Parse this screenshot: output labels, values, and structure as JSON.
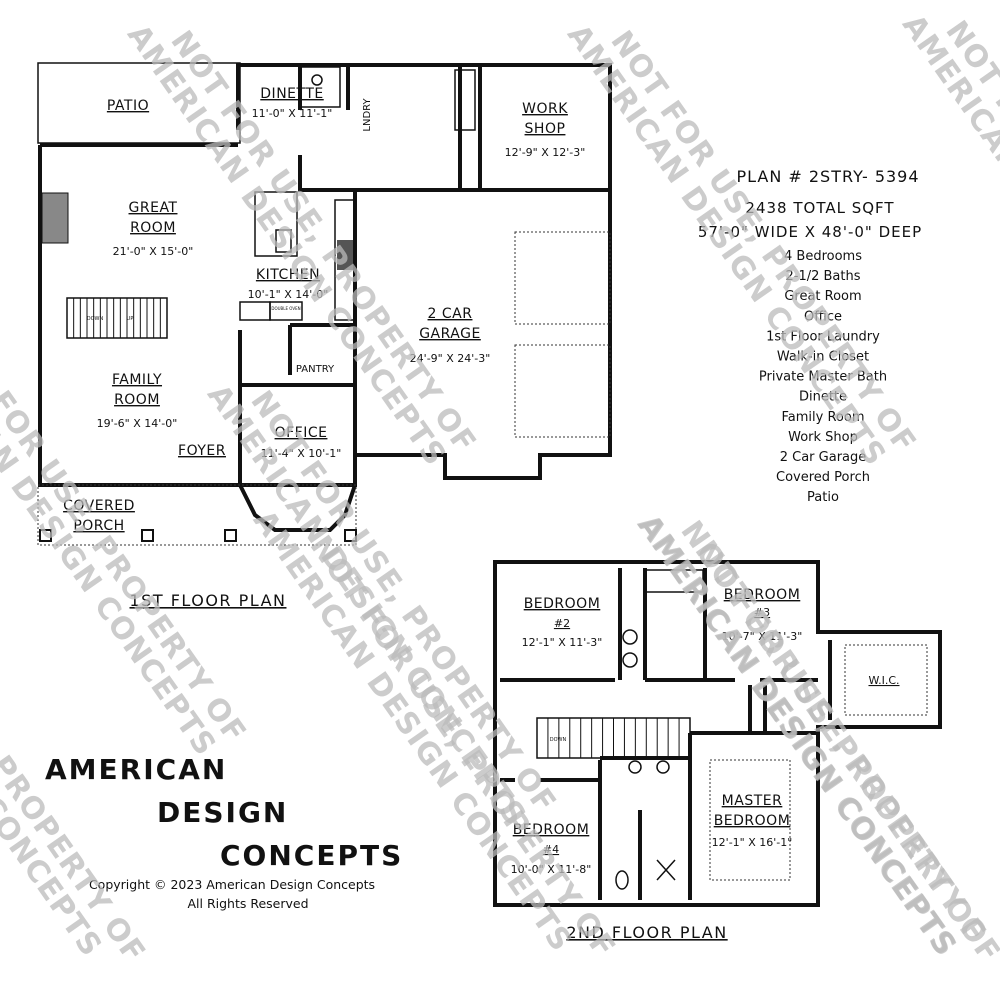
{
  "first_floor": {
    "title": "1ST FLOOR PLAN",
    "rooms": {
      "patio": {
        "name": "PATIO"
      },
      "dinette": {
        "name": "DINETTE",
        "size": "11'-0\" X 11'-1\""
      },
      "laundry": {
        "name": "LNDRY"
      },
      "workshop": {
        "name1": "WORK",
        "name2": "SHOP",
        "size": "12'-9\" X 12'-3\""
      },
      "great_room": {
        "name1": "GREAT",
        "name2": "ROOM",
        "size": "21'-0\" X 15'-0\""
      },
      "kitchen": {
        "name": "KITCHEN",
        "size": "10'-1\" X 14'-0\""
      },
      "garage": {
        "name1": "2 CAR",
        "name2": "GARAGE",
        "size": "24'-9\" X 24'-3\""
      },
      "pantry": {
        "name": "PANTRY"
      },
      "family_room": {
        "name1": "FAMILY",
        "name2": "ROOM",
        "size": "19'-6\" X 14'-0\""
      },
      "office": {
        "name": "OFFICE",
        "size": "11'-4\" X 10'-1\""
      },
      "foyer": {
        "name": "FOYER"
      },
      "covered_porch": {
        "name1": "COVERED",
        "name2": "PORCH"
      }
    },
    "stair_labels": {
      "down": "DOWN",
      "up": "UP"
    },
    "oven_label": "DOUBLE OVEN"
  },
  "second_floor": {
    "title": "2ND FLOOR PLAN",
    "rooms": {
      "bedroom2": {
        "name": "BEDROOM",
        "num": "#2",
        "size": "12'-1\" X 11'-3\""
      },
      "bedroom3": {
        "name": "BEDROOM",
        "num": "#3",
        "size": "10'-7\" X 11'-3\""
      },
      "wic": {
        "name": "W.I.C."
      },
      "bedroom4": {
        "name": "BEDROOM",
        "num": "#4",
        "size": "10'-0\" X 11'-8\""
      },
      "master": {
        "name1": "MASTER",
        "name2": "BEDROOM",
        "size": "12'-1\" X 16'-1\""
      }
    },
    "stair_label": "DOWN"
  },
  "plan_info": {
    "plan_number": "PLAN # 2STRY- 5394",
    "total_sqft": "2438 TOTAL SQFT",
    "dimensions": "57'-0\" WIDE X 48'-0\" DEEP",
    "features": [
      "4 Bedrooms",
      "2-1/2 Baths",
      "Great Room",
      "Office",
      "1st Floor Laundry",
      "Walk-in Closet",
      "Private Master Bath",
      "Dinette",
      "Family Room",
      "Work Shop",
      "2 Car Garage",
      "Covered Porch",
      "Patio"
    ]
  },
  "branding": {
    "line1": "AMERICAN",
    "line2": "DESIGN",
    "line3": "CONCEPTS",
    "copyright": "Copyright © 2023 American Design Concepts",
    "rights": "All Rights Reserved"
  },
  "watermark": {
    "line1": "NOT FOR USE, PROPERTY OF",
    "line2": "AMERICAN DESIGN CONCEPTS"
  },
  "colors": {
    "ink": "#111111",
    "watermark": "#bbbbbb"
  }
}
